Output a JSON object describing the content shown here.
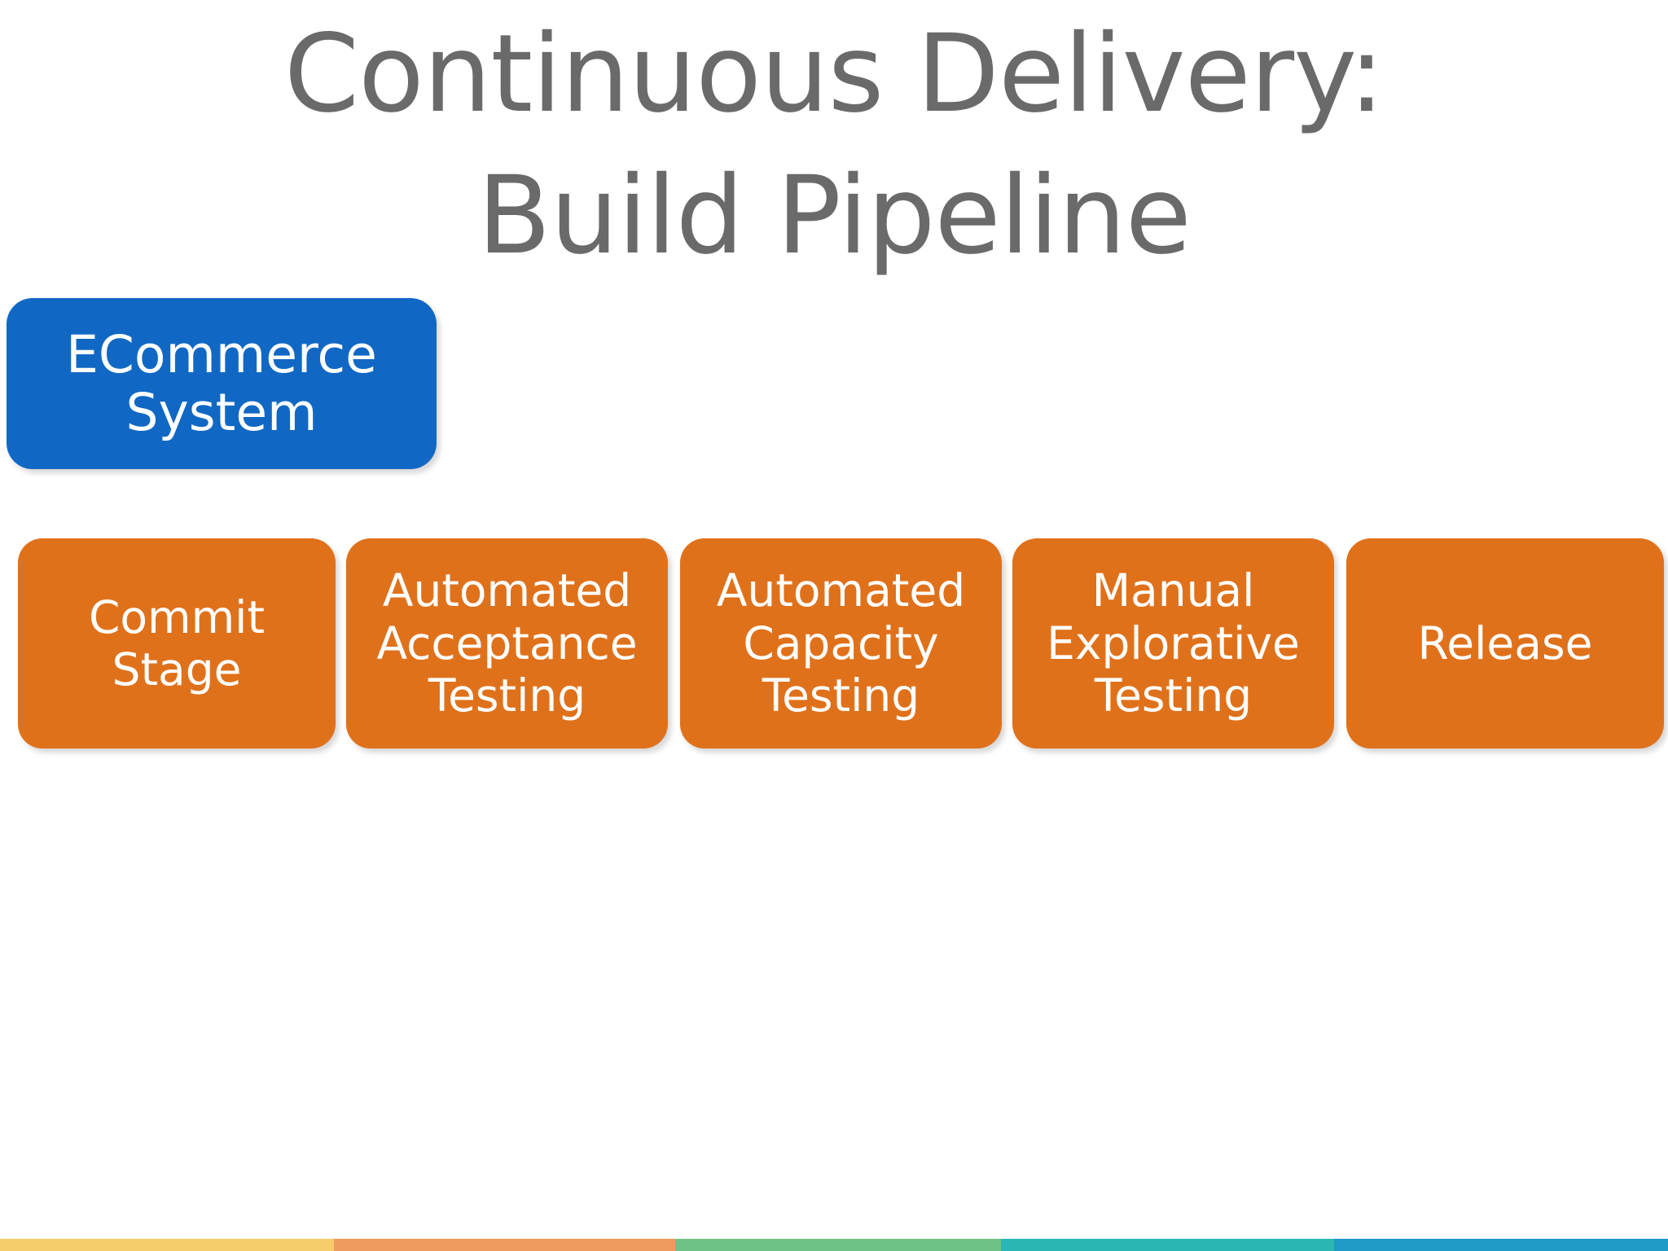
{
  "slide": {
    "background_color": "#ffffff",
    "title": {
      "lines": [
        "Continuous Delivery:",
        "Build Pipeline"
      ],
      "color": "#6a6a6a"
    },
    "system_node": {
      "label": "ECommerce\nSystem",
      "fill_color": "#1168c4",
      "text_color": "#ffffff"
    },
    "pipeline": {
      "fill_color": "#e0711b",
      "text_color": "#ffffff",
      "stages": [
        {
          "label": "Commit\nStage"
        },
        {
          "label": "Automated\nAcceptance\nTesting"
        },
        {
          "label": "Automated\nCapacity\nTesting"
        },
        {
          "label": "Manual\nExplorative\nTesting"
        },
        {
          "label": "Release"
        }
      ]
    },
    "color_strip": {
      "segments": [
        {
          "name": "yellow",
          "color": "#f5cd6b",
          "width_pct": 20.0
        },
        {
          "name": "orange",
          "color": "#ef9a5f",
          "width_pct": 20.5
        },
        {
          "name": "green",
          "color": "#6fc485",
          "width_pct": 19.5
        },
        {
          "name": "teal",
          "color": "#2bb8b4",
          "width_pct": 20.0
        },
        {
          "name": "blue",
          "color": "#1f9ac4",
          "width_pct": 20.0
        }
      ]
    }
  }
}
